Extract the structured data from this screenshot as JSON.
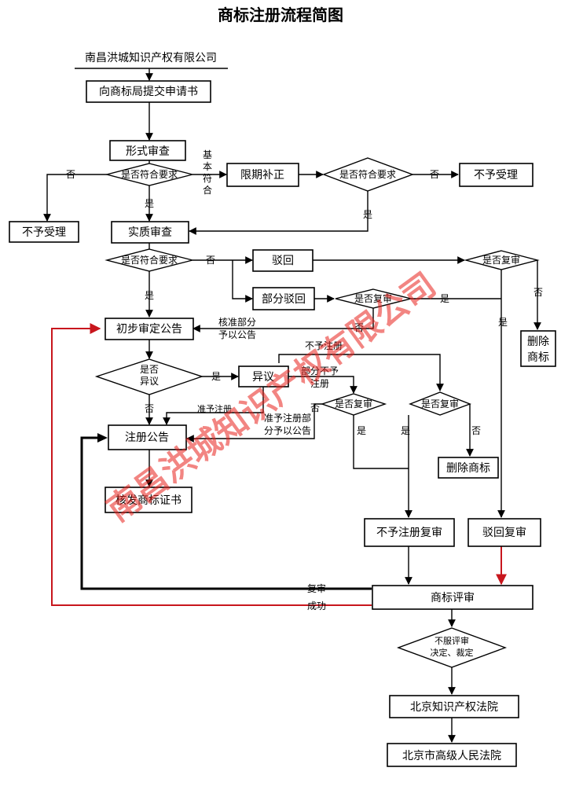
{
  "title": "商标注册流程简图",
  "company": "南昌洪城知识产权有限公司",
  "watermark": "南昌洪城知识产权有限公司",
  "colors": {
    "line": "#000000",
    "accent": "#c8161d",
    "watermark": "#e8211c"
  },
  "nodes": {
    "submit": "向商标局提交申请书",
    "formal_review": "形式审查",
    "q_formal": "是否符合要求",
    "reject_left": "不予受理",
    "correction": "限期补正",
    "q_correction": "是否符合要求",
    "reject_right": "不予受理",
    "substantive_review": "实质审查",
    "q_substantive": "是否符合要求",
    "refuse": "驳回",
    "q_refuse_review": "是否复审",
    "partial_refuse": "部分驳回",
    "q_partial_review": "是否复审",
    "delete_mark": "删除\n商标",
    "prelim_announce": "初步审定公告",
    "q_opposition": "是否\n异议",
    "opposition": "异议",
    "q_opp_partial_review": "是否复审",
    "q_opp_refuse_review": "是否复审",
    "delete_mark2": "删除商标",
    "register_announce": "注册公告",
    "issue_cert": "核发商标证书",
    "nonreg_review": "不予注册复审",
    "refuse_review": "驳回复审",
    "tm_board": "商标评审",
    "q_disagree": "不服评审\n决定、裁定",
    "ip_court": "北京知识产权法院",
    "high_court": "北京市高级人民法院"
  },
  "labels": {
    "no_formal": "否",
    "basic_ok": "基\n本\n符\n合",
    "yes_formal": "是",
    "no_correction": "否",
    "yes_correction": "是",
    "no_substantive": "否",
    "yes_substantive": "是",
    "no_refuse_review": "否",
    "yes_refuse_review": "是",
    "yes_partial_review": "是",
    "no_partial_review": "否",
    "partial_approve": "核准部分\n予以公告",
    "yes_opposition": "是",
    "no_opposition": "否",
    "no_register": "不予注册",
    "partial_no_register": "部分不予\n注册",
    "approve_register": "准予注册",
    "approve_partial_register": "准予注册部\n分予以公告",
    "no_opp_partial": "否",
    "yes_opp_partial": "是",
    "yes_opp_refuse": "是",
    "no_opp_refuse": "否",
    "review": "复审",
    "success": "成功"
  }
}
